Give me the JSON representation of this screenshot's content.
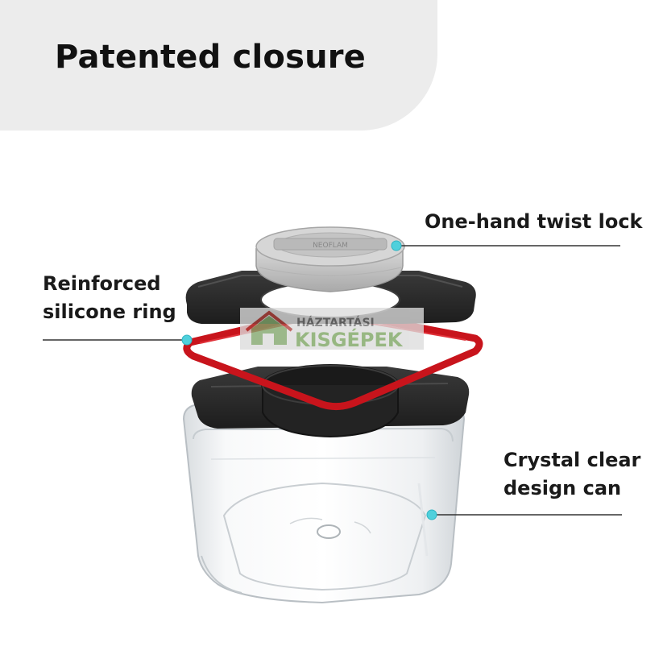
{
  "title": "Patented closure",
  "callouts": {
    "twist_lock": "One-hand twist lock",
    "silicone_ring": [
      "Reinforced",
      "silicone ring"
    ],
    "design_can": [
      "Crystal clear",
      "design can"
    ]
  },
  "lid_brand": "NEOFLAM",
  "watermark": {
    "line1": "HÁZTARTÁSI",
    "line2": "KISGÉPEK"
  },
  "colors": {
    "title_panel": "#ececec",
    "callout_dot": "#4fd0dc",
    "ring": "#c8141c",
    "lid": "#2b2b2b",
    "cap": "#c9c9c9"
  }
}
